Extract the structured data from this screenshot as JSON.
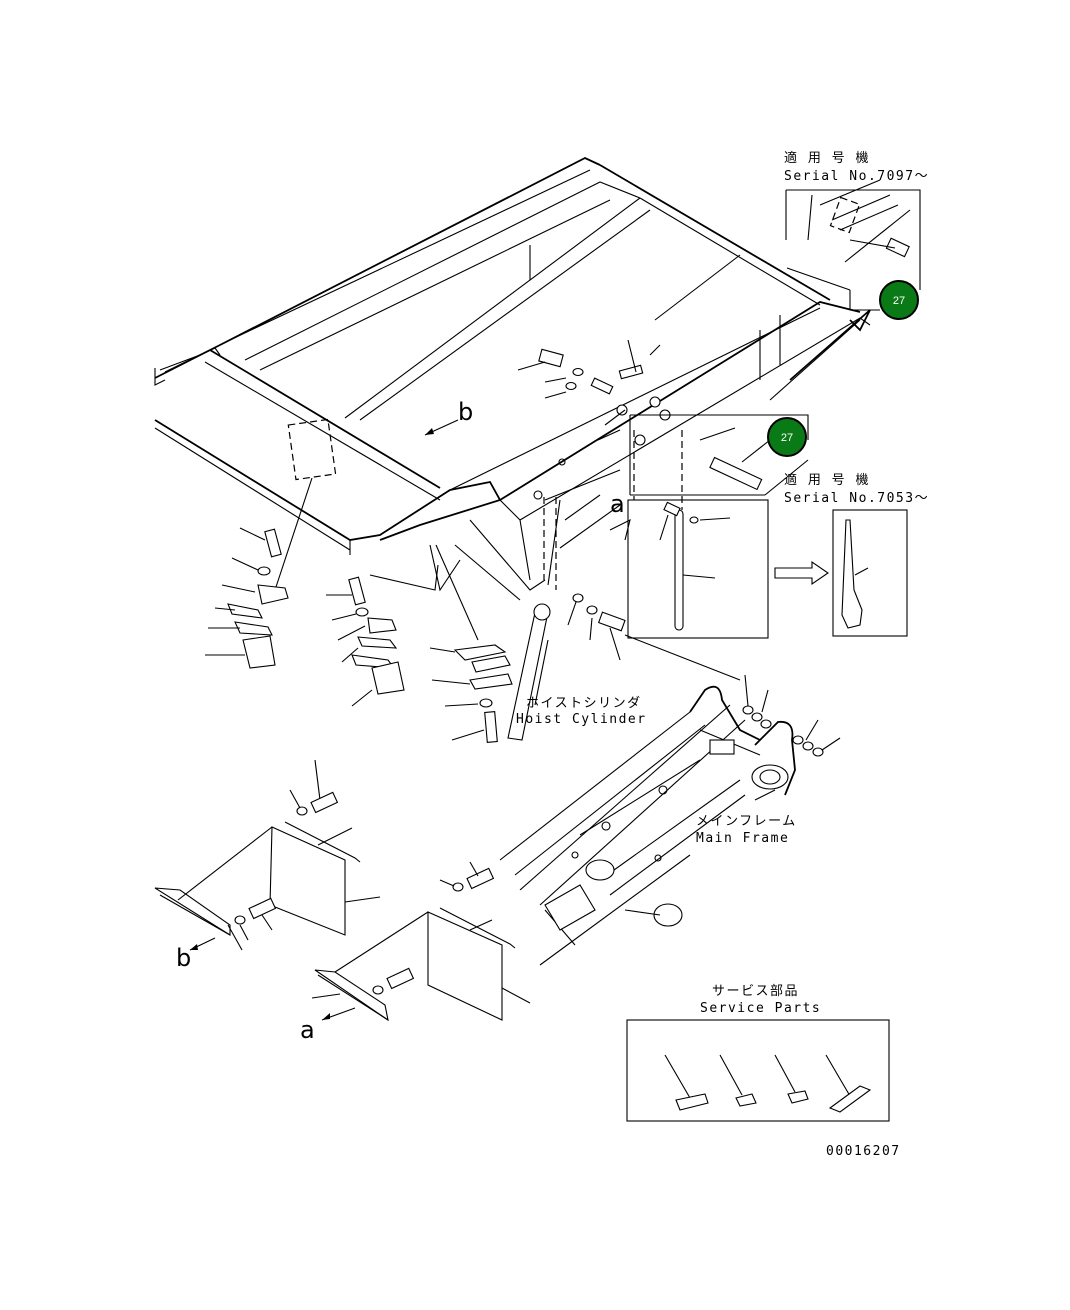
{
  "inset_upper": {
    "title_jp": "適 用 号 機",
    "serial": "Serial No.7097～"
  },
  "inset_lower": {
    "title_jp": "適 用 号 機",
    "serial": "Serial No.7053～"
  },
  "callouts": [
    {
      "number": "27",
      "color": "#0a7a16"
    },
    {
      "number": "27",
      "color": "#0a7a16"
    }
  ],
  "labels": {
    "hoist_cylinder_jp": "ホイストシリンダ",
    "hoist_cylinder_en": "Hoist Cylinder",
    "main_frame_jp": "メインフレーム",
    "main_frame_en": "Main Frame",
    "view_a": "a",
    "view_b": "b"
  },
  "service_parts": {
    "title_jp": "サービス部品",
    "title_en": "Service Parts"
  },
  "drawing_number": "00016207"
}
